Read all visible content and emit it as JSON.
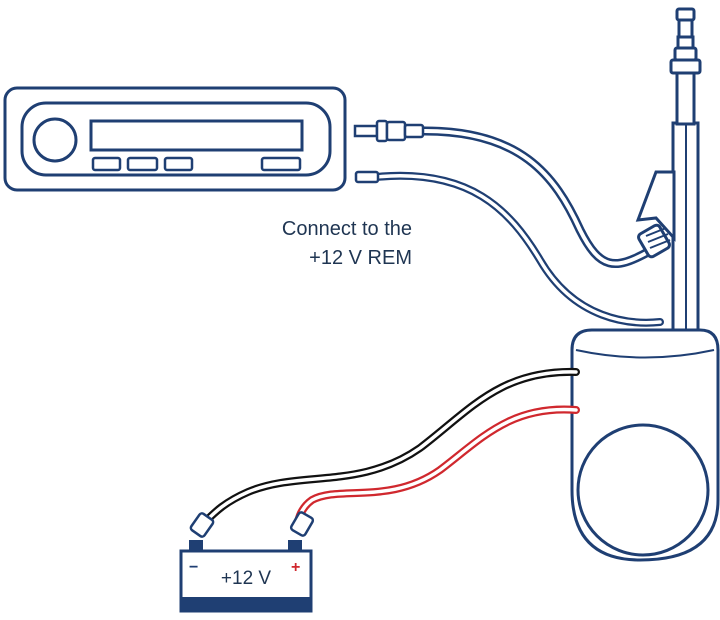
{
  "labels": {
    "rem_line1": "Connect to the",
    "rem_line2": "+12 V REM",
    "battery_voltage": "+12 V",
    "battery_minus": "−",
    "battery_plus": "+"
  },
  "colors": {
    "outline": "#1f3f73",
    "positive_wire": "#d0282e",
    "ground_wire": "#111111",
    "label_text": "#1f3552"
  },
  "components": [
    "car-radio",
    "power-antenna",
    "antenna-motor",
    "battery"
  ]
}
